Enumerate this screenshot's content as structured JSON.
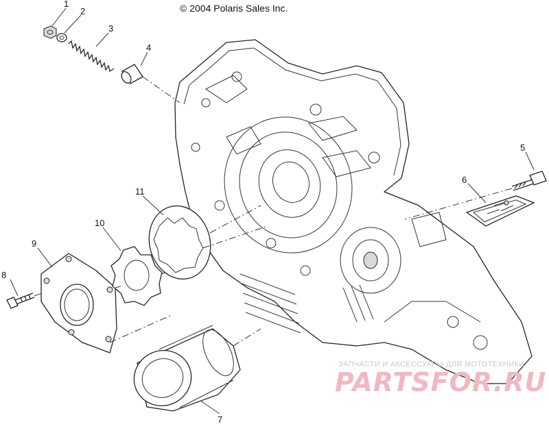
{
  "copyright": "© 2004 Polaris Sales Inc.",
  "callouts": [
    "1",
    "2",
    "3",
    "4",
    "5",
    "6",
    "7",
    "8",
    "9",
    "10",
    "11"
  ],
  "watermark": {
    "small": "ЗАПЧАСТИ И АКСЕССУАРЫ ДЛЯ МОТОТЕХНИКИ",
    "big": "PARTSFOR.RU"
  }
}
